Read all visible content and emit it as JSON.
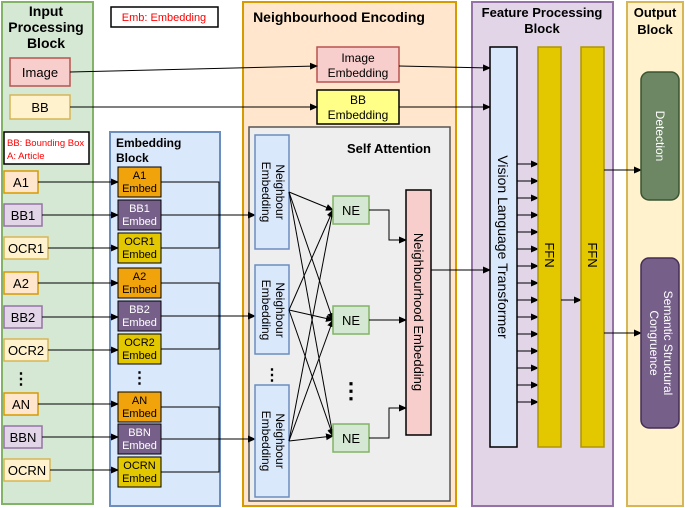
{
  "blocks": {
    "input": [
      "Input",
      "Processing",
      "Block"
    ],
    "embedding": [
      "Embedding",
      "Block"
    ],
    "neighbourhood": "Neighbourhood Encoding",
    "feature": [
      "Feature Processing",
      "Block"
    ],
    "output": [
      "Output",
      "Block"
    ],
    "self_attention": "Self Attention"
  },
  "legend": {
    "emb": "Emb: Embedding",
    "bb": "BB: Bounding Box",
    "a": "A: Article"
  },
  "inputs": {
    "image": "Image",
    "bb": "BB",
    "items": [
      "A1",
      "BB1",
      "OCR1",
      "A2",
      "BB2",
      "OCR2",
      "AN",
      "BBN",
      "OCRN"
    ],
    "dots": "⋮"
  },
  "embeds": {
    "image": [
      "Image",
      "Embedding"
    ],
    "bb": [
      "BB",
      "Embedding"
    ],
    "items": [
      [
        "A1",
        "Embed"
      ],
      [
        "BB1",
        "Embed"
      ],
      [
        "OCR1",
        "Embed"
      ],
      [
        "A2",
        "Embed"
      ],
      [
        "BB2",
        "Embed"
      ],
      [
        "OCR2",
        "Embed"
      ],
      [
        "AN",
        "Embed"
      ],
      [
        "BBN",
        "Embed"
      ],
      [
        "OCRN",
        "Embed"
      ]
    ],
    "dots": "⋮"
  },
  "neighbour": {
    "label": [
      "Neighbour",
      "Embedding"
    ],
    "dots": "⋮",
    "ne": "NE",
    "ne_dots": "⋮",
    "nbh_embedding": "Neighbourhood Embedding"
  },
  "feature": {
    "vlt": "Vision Language Transformer",
    "ffn1": "FFN",
    "ffn2": "FFN"
  },
  "output": {
    "detection": "Detection",
    "ssc": [
      "Semantic Structural",
      "Congruence"
    ]
  },
  "colors": {
    "input_bg": "#d5e8d4",
    "input_border": "#82b366",
    "embedding_bg": "#dae8fc",
    "embedding_border": "#6c8ebf",
    "neighbourhood_bg": "#ffe6cc",
    "neighbourhood_border": "#d79b00",
    "feature_bg": "#e1d5e7",
    "feature_border": "#9673a6",
    "output_bg": "#fff2cc",
    "output_border": "#d6b656",
    "image_fill": "#f8cecc",
    "image_stroke": "#b85450",
    "bb_fill": "#fff2cc",
    "bb_embed_fill": "#ffff88",
    "article_fill": "#ffe6cc",
    "article_embed_fill": "#f0a30a",
    "bbox_item_fill": "#e1d5e7",
    "bbox_embed_fill": "#76608a",
    "ocr_fill": "#fff2cc",
    "ocr_embed_fill": "#e3c800",
    "ne_fill": "#d5e8d4",
    "ffn_fill": "#e3c800",
    "detection_fill": "#6d8764",
    "ssc_fill": "#76608a",
    "legend_red": "#ff0000"
  }
}
